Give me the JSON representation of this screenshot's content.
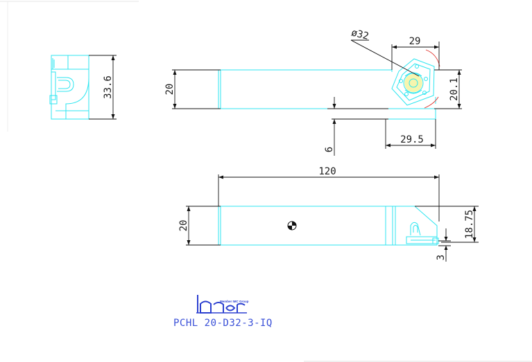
{
  "dimensions": {
    "top_view": {
      "total_height": "33.6"
    },
    "main_view": {
      "diameter": "ø32",
      "width_29": "29",
      "height_20_left": "20",
      "height_20_1": "20.1",
      "offset_6": "6",
      "length_29_5": "29.5"
    },
    "side_view": {
      "overall_length": "120",
      "height_20": "20",
      "height_18_75": "18.75",
      "offset_3": "3"
    }
  },
  "title_block": {
    "logo_tagline": "Member IMC Group",
    "logo_name": "iscar",
    "part_number": "PCHL 20-D32-3-IQ"
  },
  "colors": {
    "geometry": "#2ee6f0",
    "dimension_lines": "#111111",
    "center_marks": "#e0302a",
    "title_text": "#3a50d8"
  }
}
